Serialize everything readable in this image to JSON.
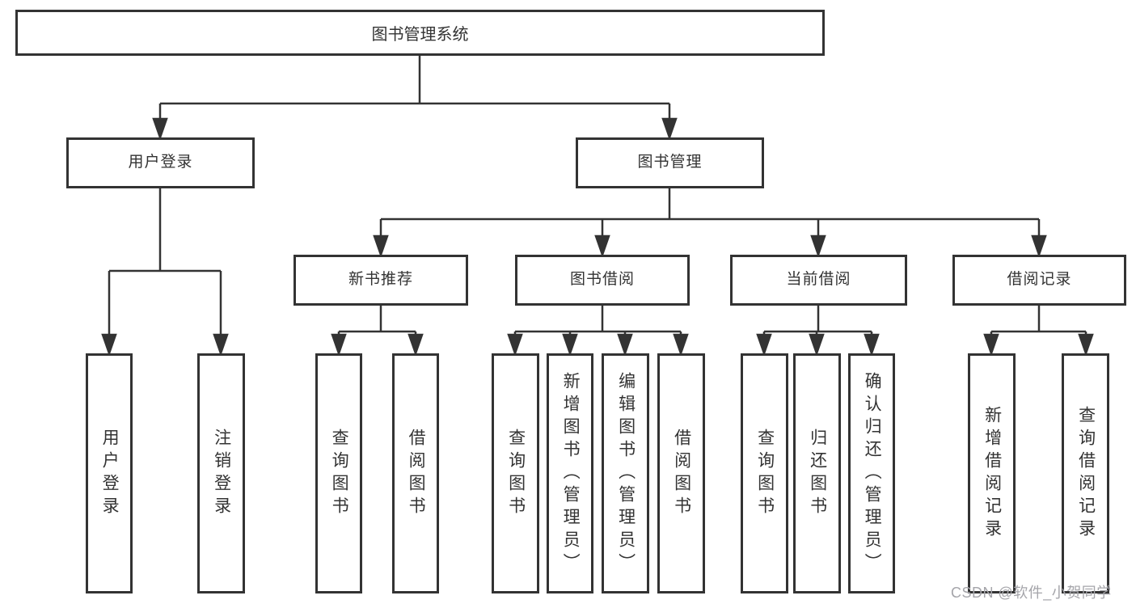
{
  "tree": {
    "label": "图书管理系统",
    "children": [
      {
        "label": "用户登录",
        "children": [
          {
            "label": "用户登录"
          },
          {
            "label": "注销登录"
          }
        ]
      },
      {
        "label": "图书管理",
        "children": [
          {
            "label": "新书推荐",
            "children": [
              {
                "label": "查询图书"
              },
              {
                "label": "借阅图书"
              }
            ]
          },
          {
            "label": "图书借阅",
            "children": [
              {
                "label": "查询图书"
              },
              {
                "label": "新增图书（管理员）"
              },
              {
                "label": "编辑图书（管理员）"
              },
              {
                "label": "借阅图书"
              }
            ]
          },
          {
            "label": "当前借阅",
            "children": [
              {
                "label": "查询图书"
              },
              {
                "label": "归还图书"
              },
              {
                "label": "确认归还（管理员）"
              }
            ]
          },
          {
            "label": "借阅记录",
            "children": [
              {
                "label": "新增借阅记录"
              },
              {
                "label": "查询借阅记录"
              }
            ]
          }
        ]
      }
    ]
  },
  "watermark": {
    "text": "CSDN @软件_小贺同学"
  },
  "colors": {
    "line": "#333333",
    "box_border": "#333333",
    "text": "#333333",
    "background": "#ffffff",
    "watermark": "#a5a5aa"
  }
}
